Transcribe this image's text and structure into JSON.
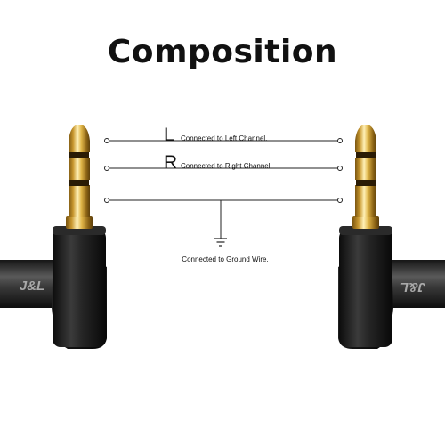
{
  "title": "Composition",
  "connections": [
    {
      "letter": "L",
      "text": "Connected to Left Channel."
    },
    {
      "letter": "R",
      "text": "Connected to Right Channel."
    },
    {
      "letter": "",
      "text": "Connected to Ground Wire."
    }
  ],
  "icons": {
    "ground": "ground-symbol-icon"
  },
  "logo_text": "J&L",
  "colors": {
    "gold": "#d4a73a",
    "plug_body": "#1c1c1c",
    "cable": "#3a3a3a"
  }
}
